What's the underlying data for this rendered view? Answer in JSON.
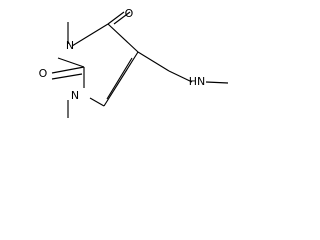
{
  "molecule": {
    "atoms": {
      "n1": "N",
      "n3": "N",
      "o2": "O",
      "o4": "O",
      "nh": "HN"
    }
  }
}
